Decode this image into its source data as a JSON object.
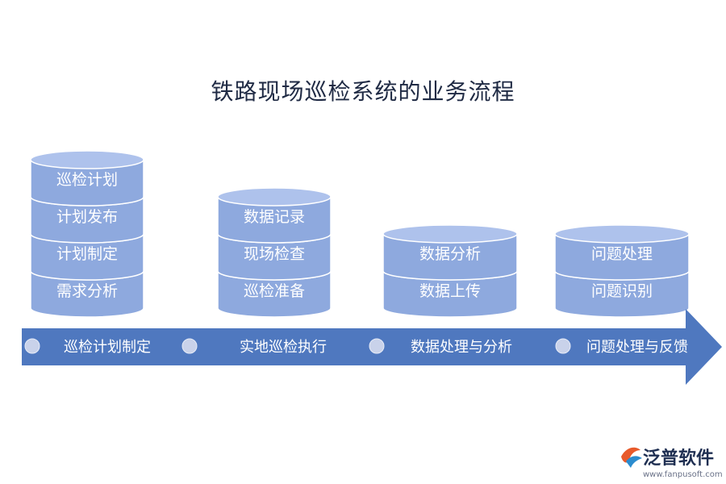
{
  "title": "铁路现场巡检系统的业务流程",
  "colors": {
    "disk_side": "#8ea9de",
    "disk_top": "#aec2ec",
    "disk_edge": "#ffffff",
    "arrow": "#4f78bf",
    "dot": "#c9d2ea",
    "text": "#ffffff"
  },
  "stacks": [
    {
      "labels": [
        "巡检计划",
        "计划发布",
        "计划制定",
        "需求分析"
      ]
    },
    {
      "labels": [
        "数据记录",
        "现场检查",
        "巡检准备"
      ]
    },
    {
      "labels": [
        "数据分析",
        "数据上传"
      ]
    },
    {
      "labels": [
        "问题处理",
        "问题识别"
      ]
    }
  ],
  "stages": [
    "巡检计划制定",
    "实地巡检执行",
    "数据处理与分析",
    "问题处理与反馈"
  ],
  "watermark": {
    "brand": "泛普软件",
    "url": "www.fanpusoft.com",
    "icon": "fanpu-logo-icon"
  }
}
